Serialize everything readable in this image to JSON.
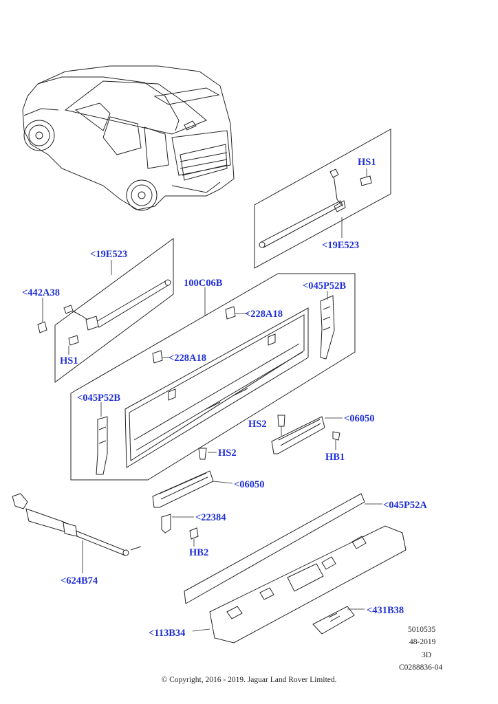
{
  "callouts": {
    "hs1_top": "HS1",
    "e523_right": "<19E523",
    "e523_left": "<19E523",
    "a38": "<442A38",
    "hs1_left": "HS1",
    "c06b": "100C06B",
    "a18_top": "<228A18",
    "a18_mid": "<228A18",
    "p52b_right": "<045P52B",
    "p52b_left": "<045P52B",
    "hs2_right": "HS2",
    "b06050_right": "<06050",
    "hb1": "HB1",
    "hs2_mid": "HS2",
    "b06050_mid": "<06050",
    "p52a": "<045P52A",
    "b22384": "<22384",
    "hb2": "HB2",
    "b624": "<624B74",
    "b431": "<431B38",
    "b113": "<113B34"
  },
  "meta": {
    "ref": "5010535",
    "date": "48-2019",
    "view": "3D",
    "code": "C0288836-04"
  },
  "copyright": "© Copyright, 2016 - 2019. Jaguar Land Rover Limited."
}
